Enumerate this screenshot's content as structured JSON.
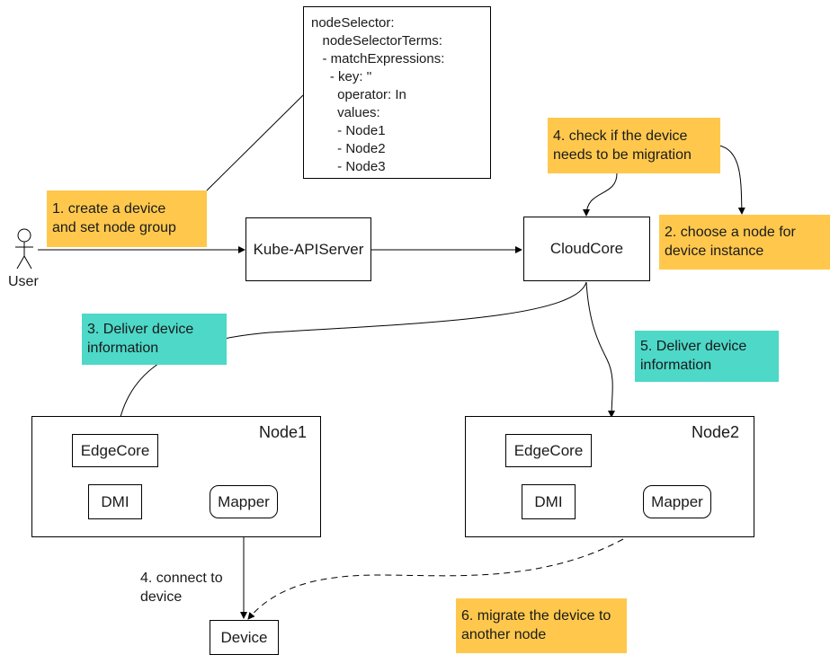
{
  "actor": {
    "label": "User"
  },
  "components": {
    "kube_apiserver": "Kube-APIServer",
    "cloudcore": "CloudCore",
    "device": "Device"
  },
  "node_selector": {
    "lines": [
      "nodeSelector:",
      "   nodeSelectorTerms:",
      "   - matchExpressions:",
      "     - key: ''",
      "       operator: In",
      "       values:",
      "       - Node1",
      "       - Node2",
      "       - Node3"
    ]
  },
  "nodes": [
    {
      "name": "Node1",
      "edgecore": "EdgeCore",
      "dmi": "DMI",
      "mapper": "Mapper"
    },
    {
      "name": "Node2",
      "edgecore": "EdgeCore",
      "dmi": "DMI",
      "mapper": "Mapper"
    }
  ],
  "steps": {
    "create_device": [
      "1. create a device",
      "and set node group"
    ],
    "choose_node": [
      "2. choose a node for",
      "device instance"
    ],
    "deliver_info_node1": [
      "3. Deliver device",
      "information"
    ],
    "check_migration": [
      "4. check if the device",
      "needs to be migration"
    ],
    "connect_device": [
      "4. connect to",
      "device"
    ],
    "deliver_info_node2": [
      "5. Deliver device",
      "information"
    ],
    "migrate_device": [
      "6. migrate the device to",
      "another node"
    ]
  },
  "colors": {
    "orange_note": "#ffc84d",
    "teal_note": "#4dd8c8",
    "line": "#000000"
  }
}
